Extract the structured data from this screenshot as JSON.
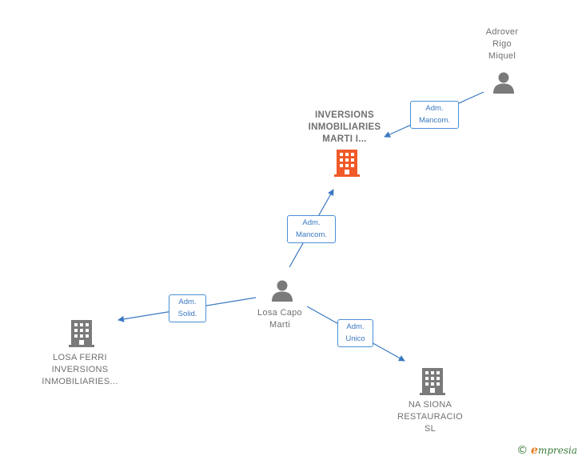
{
  "nodes": {
    "adrover": {
      "lines": [
        "Adrover",
        "Rigo",
        "Miquel"
      ]
    },
    "inversions": {
      "lines": [
        "INVERSIONS",
        "INMOBILIARIES",
        "MARTI I..."
      ]
    },
    "losa_capo": {
      "lines": [
        "Losa Capo",
        "Marti"
      ]
    },
    "losa_ferri": {
      "lines": [
        "LOSA FERRI",
        "INVERSIONS",
        "INMOBILIARIES..."
      ]
    },
    "na_siona": {
      "lines": [
        "NA SIONA",
        "RESTAURACIO",
        "SL"
      ]
    }
  },
  "edges": {
    "adrover_inversions": [
      "Adm.",
      "Mancom."
    ],
    "losa_inversions": [
      "Adm.",
      "Mancom."
    ],
    "losa_ferri": [
      "Adm.",
      "Solid."
    ],
    "losa_nasiona": [
      "Adm.",
      "Unico"
    ]
  },
  "colors": {
    "edge": "#3a78c2",
    "person_icon": "#7a7a7a",
    "company_icon": "#7a7a7a",
    "main_company_icon": "#f05a28"
  },
  "brand": {
    "copyright": "©",
    "initial": "e",
    "name": "mpresia"
  }
}
